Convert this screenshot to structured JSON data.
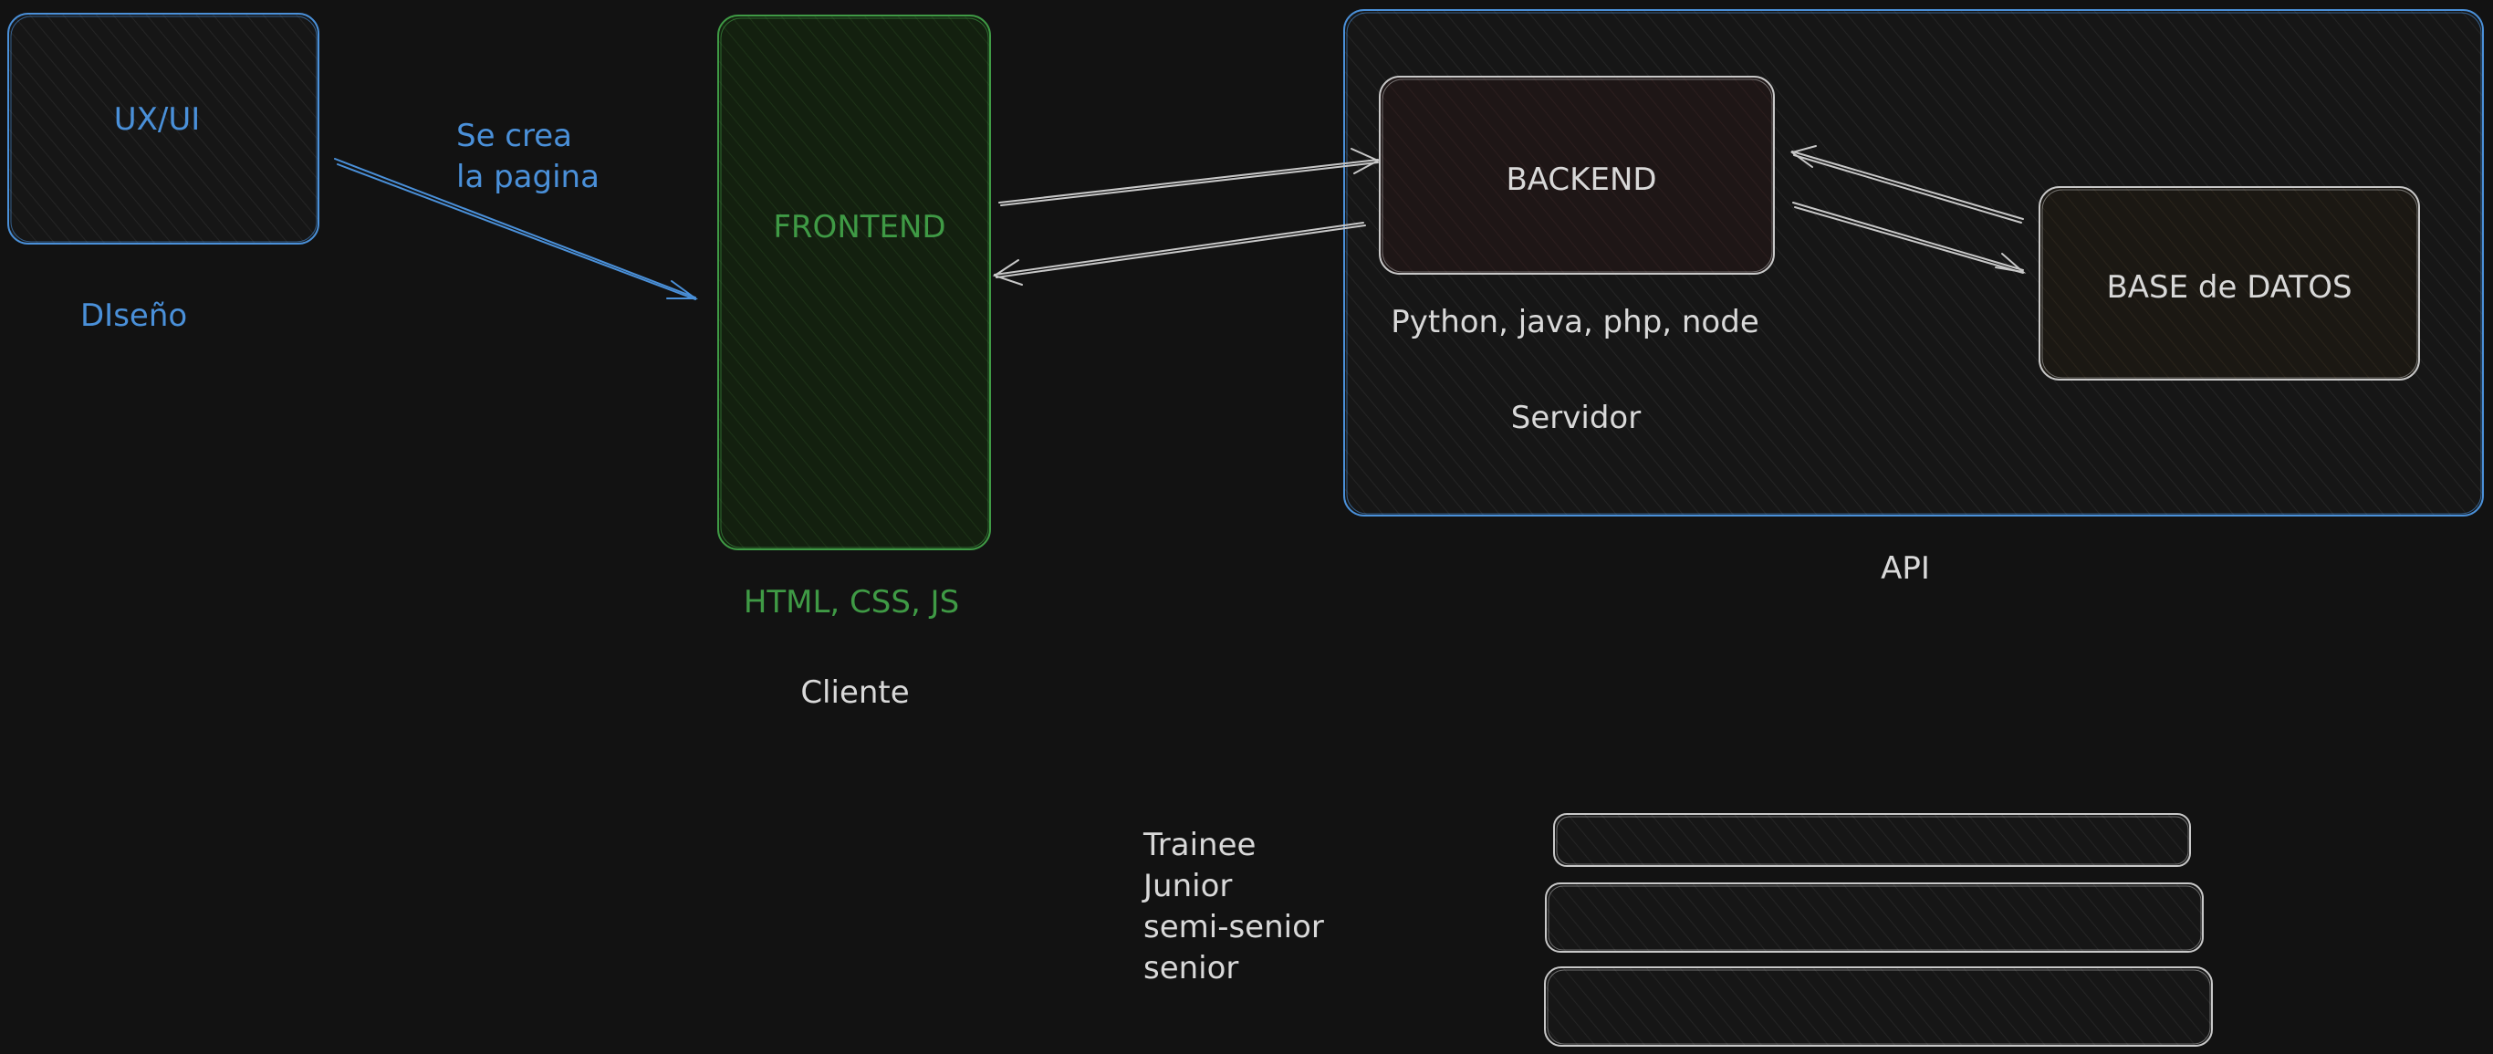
{
  "colors": {
    "background": "#121212",
    "blue": "#4a90d9",
    "green": "#3f9a45",
    "light": "#d9d9d9",
    "gray_stroke": "#bdbdbd",
    "backend_fill": "#221717",
    "database_fill": "#1f1b14",
    "frontend_fill": "#13200f"
  },
  "diagram": {
    "uxui_box": {
      "label": "UX/UI"
    },
    "design_caption": "DIseño",
    "create_page_note": {
      "line1": "Se crea",
      "line2": "la pagina"
    },
    "frontend_box": {
      "label": "FRONTEND"
    },
    "frontend_tech": "HTML, CSS, JS",
    "client_caption": "Cliente",
    "api_container": {
      "caption": "API"
    },
    "backend_box": {
      "label": "BACKEND"
    },
    "backend_tech": "Python, java, php, node",
    "server_caption": "Servidor",
    "database_box": {
      "label": "BASE de DATOS"
    },
    "levels": [
      "Trainee",
      "Junior",
      "semi-senior",
      "senior"
    ]
  }
}
